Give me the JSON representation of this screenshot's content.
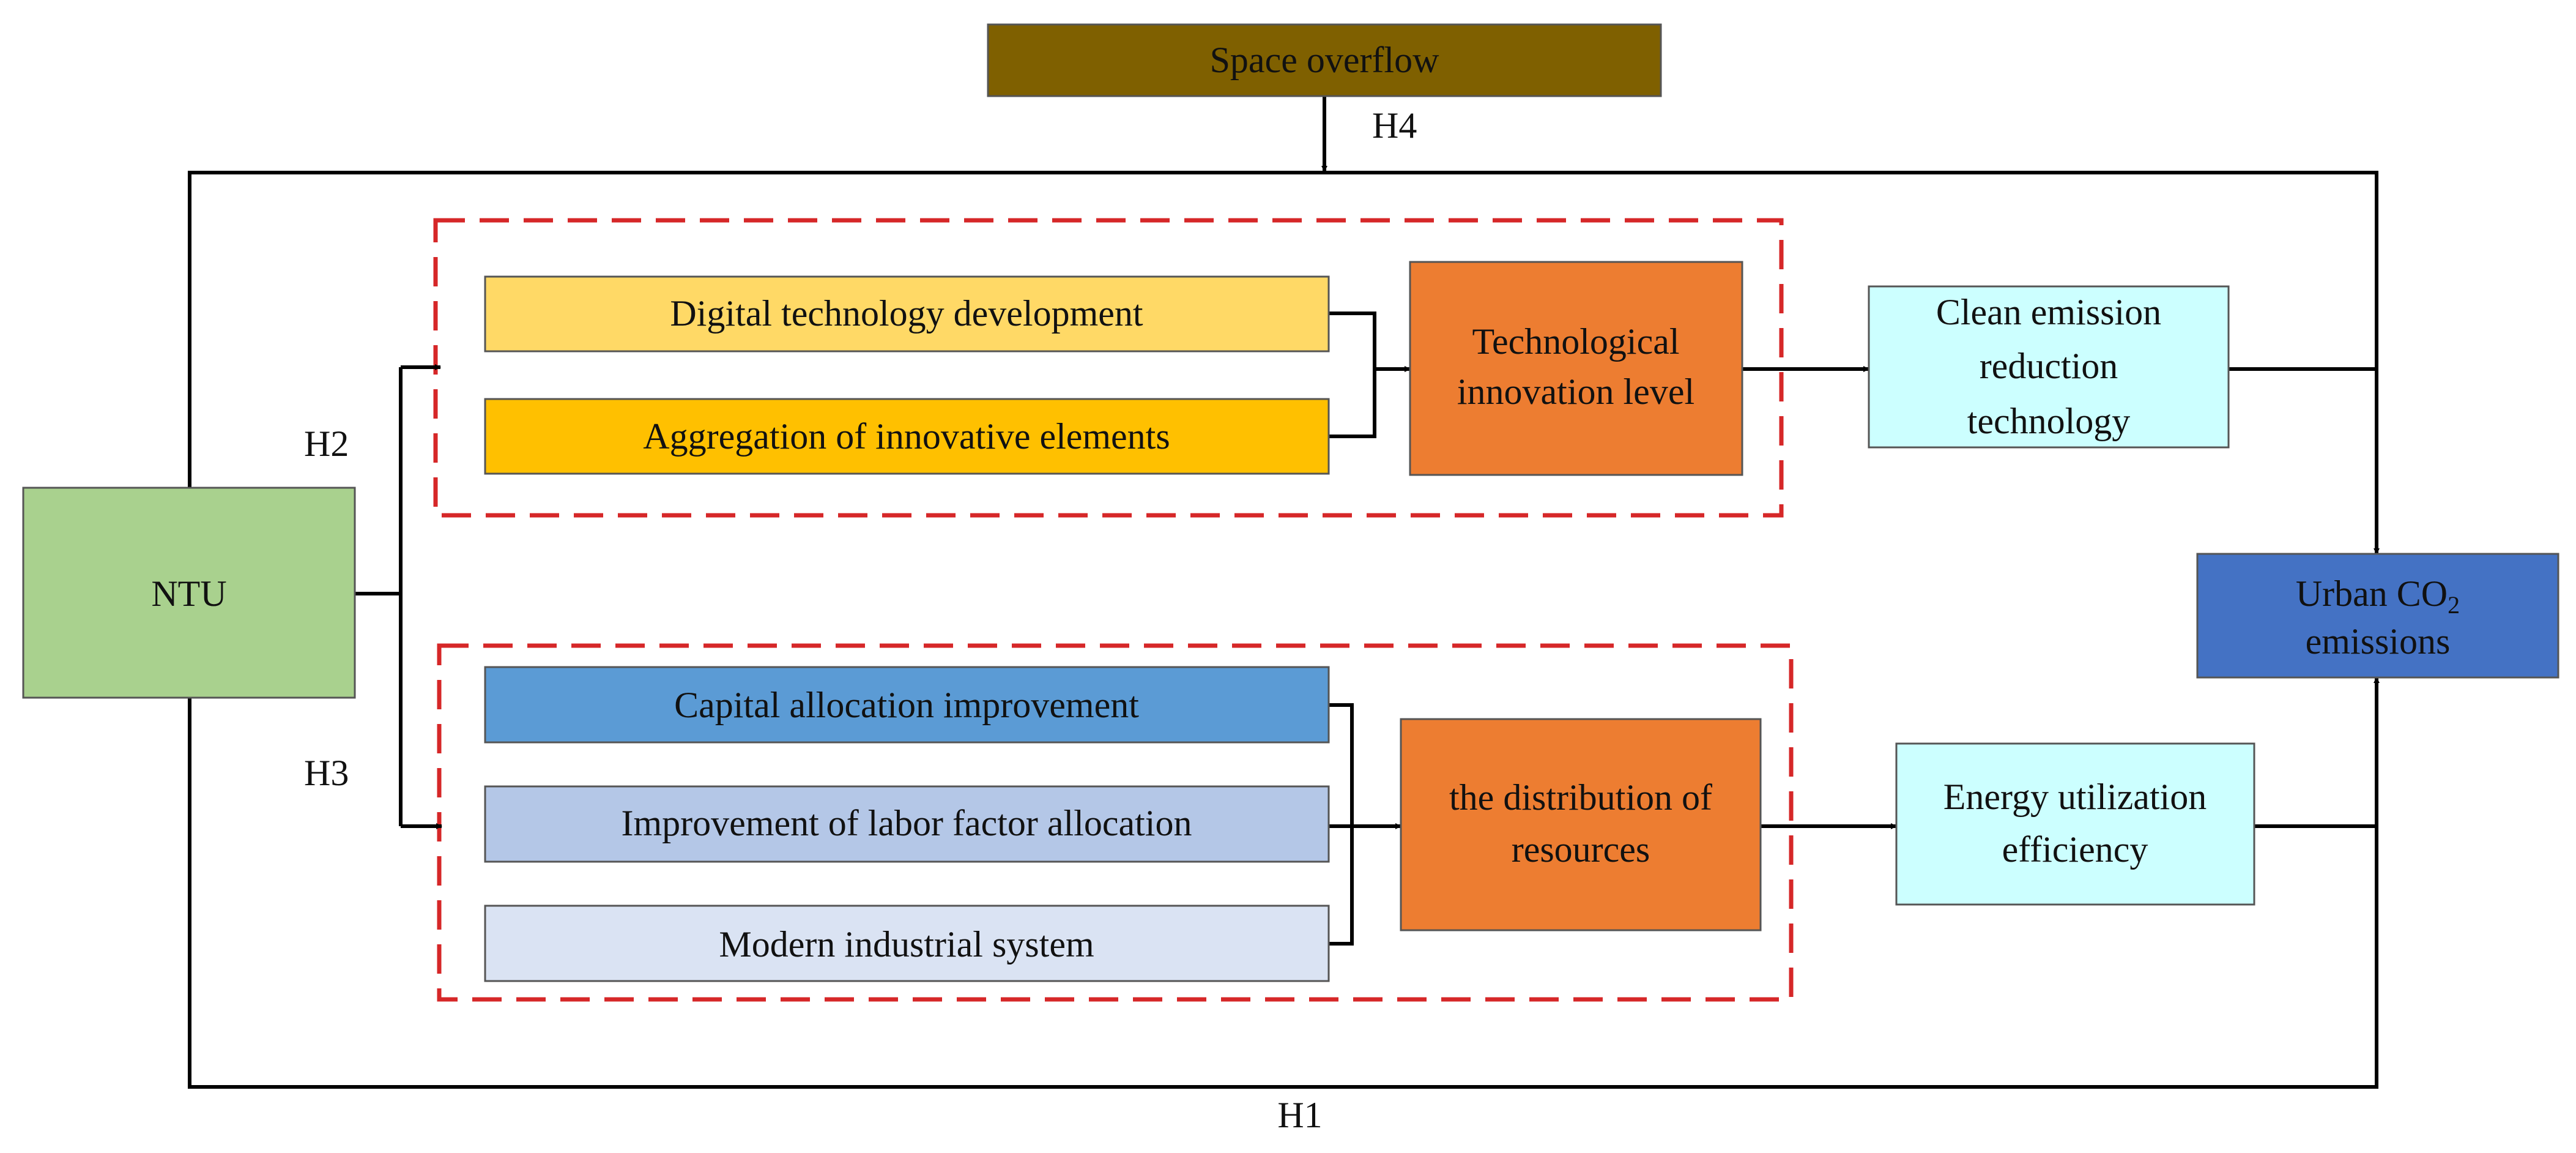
{
  "nodes": {
    "space_overflow": {
      "text": "Space overflow",
      "color": "#7F6000"
    },
    "ntu": {
      "text": "NTU",
      "color": "#A9D18E"
    },
    "digital_tech": {
      "text": "Digital technology development",
      "color": "#FFD966"
    },
    "aggregation": {
      "text": "Aggregation of innovative elements",
      "color": "#FFC000"
    },
    "tech_innovation": {
      "line1": "Technological",
      "line2": "innovation level",
      "color": "#ED7D31"
    },
    "clean_emission": {
      "line1": "Clean emission",
      "line2": "reduction",
      "line3": "technology",
      "color": "#CCFFFF"
    },
    "capital": {
      "text": "Capital allocation improvement",
      "color": "#5B9BD5"
    },
    "labor": {
      "text": "Improvement of labor factor allocation",
      "color": "#B4C7E7"
    },
    "modern_industrial": {
      "text": "Modern industrial system",
      "color": "#DAE3F3"
    },
    "distribution": {
      "line1": "the distribution of",
      "line2": "resources",
      "color": "#ED7D31"
    },
    "energy": {
      "line1": "Energy utilization",
      "line2": "efficiency",
      "color": "#CCFFFF"
    },
    "urban_co2": {
      "line1_prefix": "Urban CO",
      "subscript": "2",
      "line2": "emissions",
      "color": "#4472C4"
    }
  },
  "labels": {
    "h1": "H1",
    "h2": "H2",
    "h3": "H3",
    "h4": "H4"
  },
  "colors": {
    "dashed_group": "#D62728",
    "line": "#000000"
  }
}
